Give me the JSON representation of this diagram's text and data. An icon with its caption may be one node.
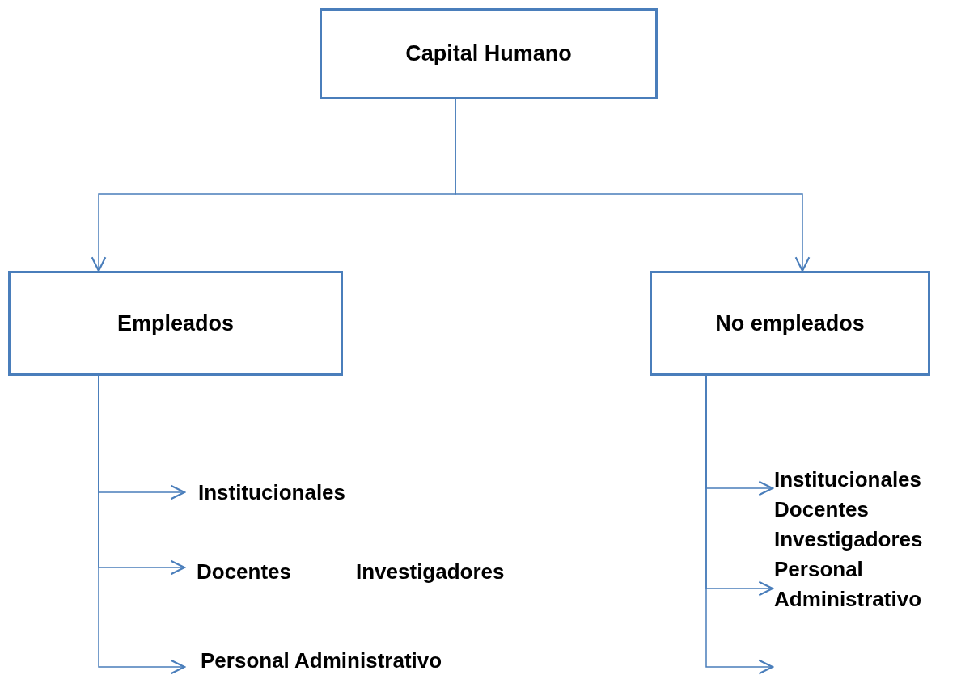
{
  "diagram": {
    "nodes": [
      {
        "text": [
          "Capital Humano"
        ]
      },
      {
        "text": [
          "Empleados"
        ]
      },
      {
        "text": [
          "No empleados"
        ]
      },
      {
        "text": [
          "Institucionales"
        ]
      },
      {
        "text": [
          "Docentes"
        ]
      },
      {
        "text": [
          "Investigadores"
        ]
      },
      {
        "text": [
          "Personal Administrativo"
        ]
      },
      {
        "text": [
          "Institucionales"
        ]
      },
      {
        "text": [
          "Docentes"
        ]
      },
      {
        "text": [
          "Investigadores"
        ]
      },
      {
        "text": [
          "Personal Administrativo"
        ]
      }
    ],
    "edges": [
      {
        "from": 0,
        "to": 1,
        "arrow": "to"
      },
      {
        "from": 0,
        "to": 2,
        "arrow": "to"
      },
      {
        "from": 1,
        "to": 3,
        "arrow": "to"
      },
      {
        "from": 1,
        "to": 4,
        "arrow": "to"
      },
      {
        "from": 1,
        "to": 6,
        "arrow": "to"
      },
      {
        "from": 2,
        "to": 7,
        "arrow": "to"
      },
      {
        "from": 2,
        "to": 10,
        "arrow": "to"
      },
      {
        "from": 2,
        "to": null,
        "arrow": "to"
      }
    ]
  }
}
